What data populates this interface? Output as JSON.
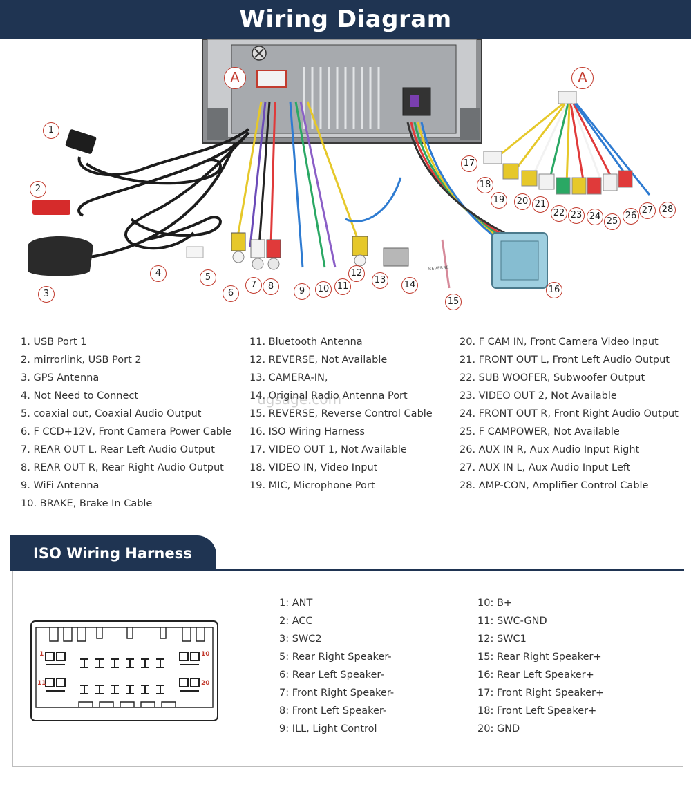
{
  "header": {
    "title": "Wiring Diagram"
  },
  "callouts": [
    "1",
    "2",
    "3",
    "4",
    "5",
    "6",
    "7",
    "8",
    "9",
    "10",
    "11",
    "12",
    "13",
    "14",
    "15",
    "16",
    "17",
    "18",
    "19",
    "20",
    "21",
    "22",
    "23",
    "24",
    "25",
    "26",
    "27",
    "28"
  ],
  "callout_a": "A",
  "reverse_tag": "REVERSE",
  "watermark": "ugsage.com",
  "legend": {
    "col1": [
      "1. USB Port 1",
      "2. mirrorlink, USB Port 2",
      "3. GPS Antenna",
      "4. Not Need to Connect",
      "5. coaxial out, Coaxial Audio Output",
      "6. F CCD+12V, Front Camera Power Cable",
      "7. REAR OUT L, Rear Left Audio Output",
      "8. REAR OUT R, Rear Right Audio Output",
      "9. WiFi Antenna",
      "10. BRAKE, Brake In Cable"
    ],
    "col2": [
      "11. Bluetooth Antenna",
      "12. REVERSE, Not Available",
      "13. CAMERA-IN,",
      "14. Original Radio Antenna Port",
      "15. REVERSE, Reverse Control Cable",
      "16. ISO Wiring Harness",
      "17. VIDEO OUT 1, Not Available",
      "18. VIDEO IN, Video Input",
      "19. MIC, Microphone Port"
    ],
    "col3": [
      "20. F CAM IN, Front Camera Video Input",
      "21. FRONT OUT L, Front Left Audio Output",
      "22. SUB WOOFER, Subwoofer Output",
      "23. VIDEO OUT 2, Not Available",
      "24. FRONT OUT R, Front Right Audio Output",
      "25. F CAMPOWER, Not Available",
      "26. AUX IN R, Aux Audio Input Right",
      "27. AUX IN L, Aux Audio Input Left",
      "28. AMP-CON, Amplifier Control Cable"
    ]
  },
  "iso": {
    "title": "ISO Wiring Harness",
    "pins_left": [
      "1: ANT",
      "2: ACC",
      "3: SWC2",
      "5: Rear Right Speaker-",
      "6: Rear Left Speaker-",
      "7: Front Right Speaker-",
      "8: Front Left Speaker-",
      "9: ILL, Light Control"
    ],
    "pins_right": [
      "10: B+",
      "11: SWC-GND",
      "12: SWC1",
      "15: Rear Right Speaker+",
      "16: Rear Left Speaker+",
      "17: Front Right Speaker+",
      "18: Front Left Speaker+",
      "20: GND"
    ],
    "pin_labels": {
      "top_left": "1",
      "top_right": "10",
      "bottom_left": "11",
      "bottom_right": "20"
    }
  },
  "colors": {
    "navy": "#1f3452",
    "callout_red": "#c23b2e"
  }
}
